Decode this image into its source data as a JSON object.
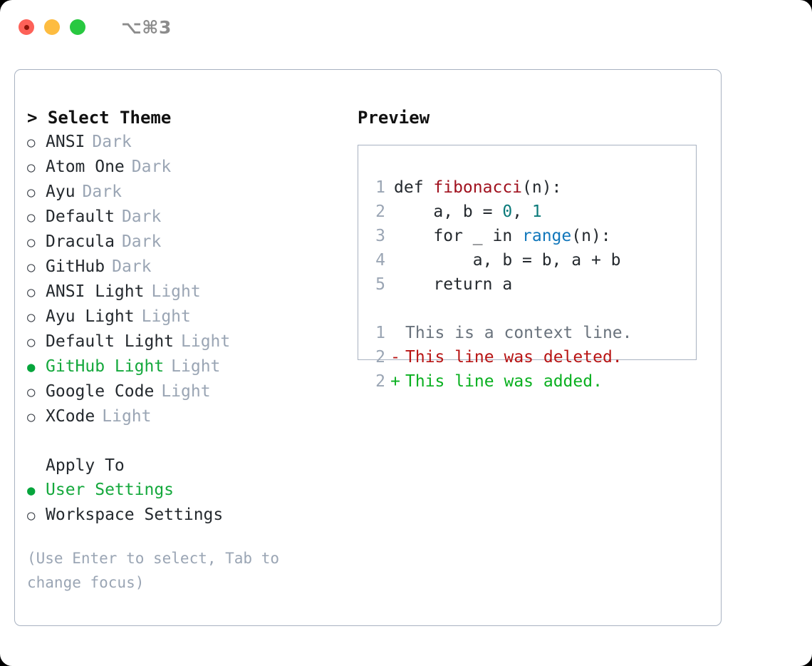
{
  "window": {
    "shortcut": "⌥⌘3",
    "traffic_lights": [
      "close-red",
      "minimize-yellow",
      "maximize-green"
    ],
    "colors": {
      "accent_green": "#14a83c",
      "dot_red": "#fd6158",
      "dot_yellow": "#fdbc40",
      "dot_green": "#28c840",
      "border": "#a8b2c1",
      "muted_text": "#9aa5b4"
    }
  },
  "theme_picker": {
    "title": "> Select Theme",
    "items": [
      {
        "marker": "○",
        "name": "ANSI",
        "tag": "Dark",
        "selected": false
      },
      {
        "marker": "○",
        "name": "Atom One",
        "tag": "Dark",
        "selected": false
      },
      {
        "marker": "○",
        "name": "Ayu",
        "tag": "Dark",
        "selected": false
      },
      {
        "marker": "○",
        "name": "Default",
        "tag": "Dark",
        "selected": false
      },
      {
        "marker": "○",
        "name": "Dracula",
        "tag": "Dark",
        "selected": false
      },
      {
        "marker": "○",
        "name": "GitHub",
        "tag": "Dark",
        "selected": false
      },
      {
        "marker": "○",
        "name": "ANSI Light",
        "tag": "Light",
        "selected": false
      },
      {
        "marker": "○",
        "name": "Ayu Light",
        "tag": "Light",
        "selected": false
      },
      {
        "marker": "○",
        "name": "Default Light",
        "tag": "Light",
        "selected": false
      },
      {
        "marker": "●",
        "name": "GitHub Light",
        "tag": "Light",
        "selected": true
      },
      {
        "marker": "○",
        "name": "Google Code",
        "tag": "Light",
        "selected": false
      },
      {
        "marker": "○",
        "name": "XCode",
        "tag": "Light",
        "selected": false
      }
    ]
  },
  "apply_to": {
    "title": "Apply To",
    "items": [
      {
        "marker": "●",
        "name": "User Settings",
        "selected": true
      },
      {
        "marker": "○",
        "name": "Workspace Settings",
        "selected": false
      }
    ]
  },
  "hint": "(Use Enter to select, Tab to change focus)",
  "preview": {
    "title": "Preview",
    "code_lines": [
      {
        "number": "1",
        "parts": [
          {
            "text": "def ",
            "kind": "plain"
          },
          {
            "text": "fibonacci",
            "kind": "fn"
          },
          {
            "text": "(n):",
            "kind": "plain"
          }
        ]
      },
      {
        "number": "2",
        "parts": [
          {
            "text": "    a, b = ",
            "kind": "plain"
          },
          {
            "text": "0",
            "kind": "num"
          },
          {
            "text": ", ",
            "kind": "plain"
          },
          {
            "text": "1",
            "kind": "num"
          }
        ]
      },
      {
        "number": "3",
        "parts": [
          {
            "text": "    for _ in ",
            "kind": "plain"
          },
          {
            "text": "range",
            "kind": "call"
          },
          {
            "text": "(n):",
            "kind": "plain"
          }
        ]
      },
      {
        "number": "4",
        "parts": [
          {
            "text": "        a, b = b, a + b",
            "kind": "plain"
          }
        ]
      },
      {
        "number": "5",
        "parts": [
          {
            "text": "    return a",
            "kind": "plain"
          }
        ]
      }
    ],
    "diff_lines": [
      {
        "number": "1",
        "mark": " ",
        "text": "This is a context line.",
        "kind": "context"
      },
      {
        "number": "2",
        "mark": "-",
        "text": "This line was deleted.",
        "kind": "deleted"
      },
      {
        "number": "2",
        "mark": "+",
        "text": "This line was added.",
        "kind": "added"
      }
    ]
  }
}
